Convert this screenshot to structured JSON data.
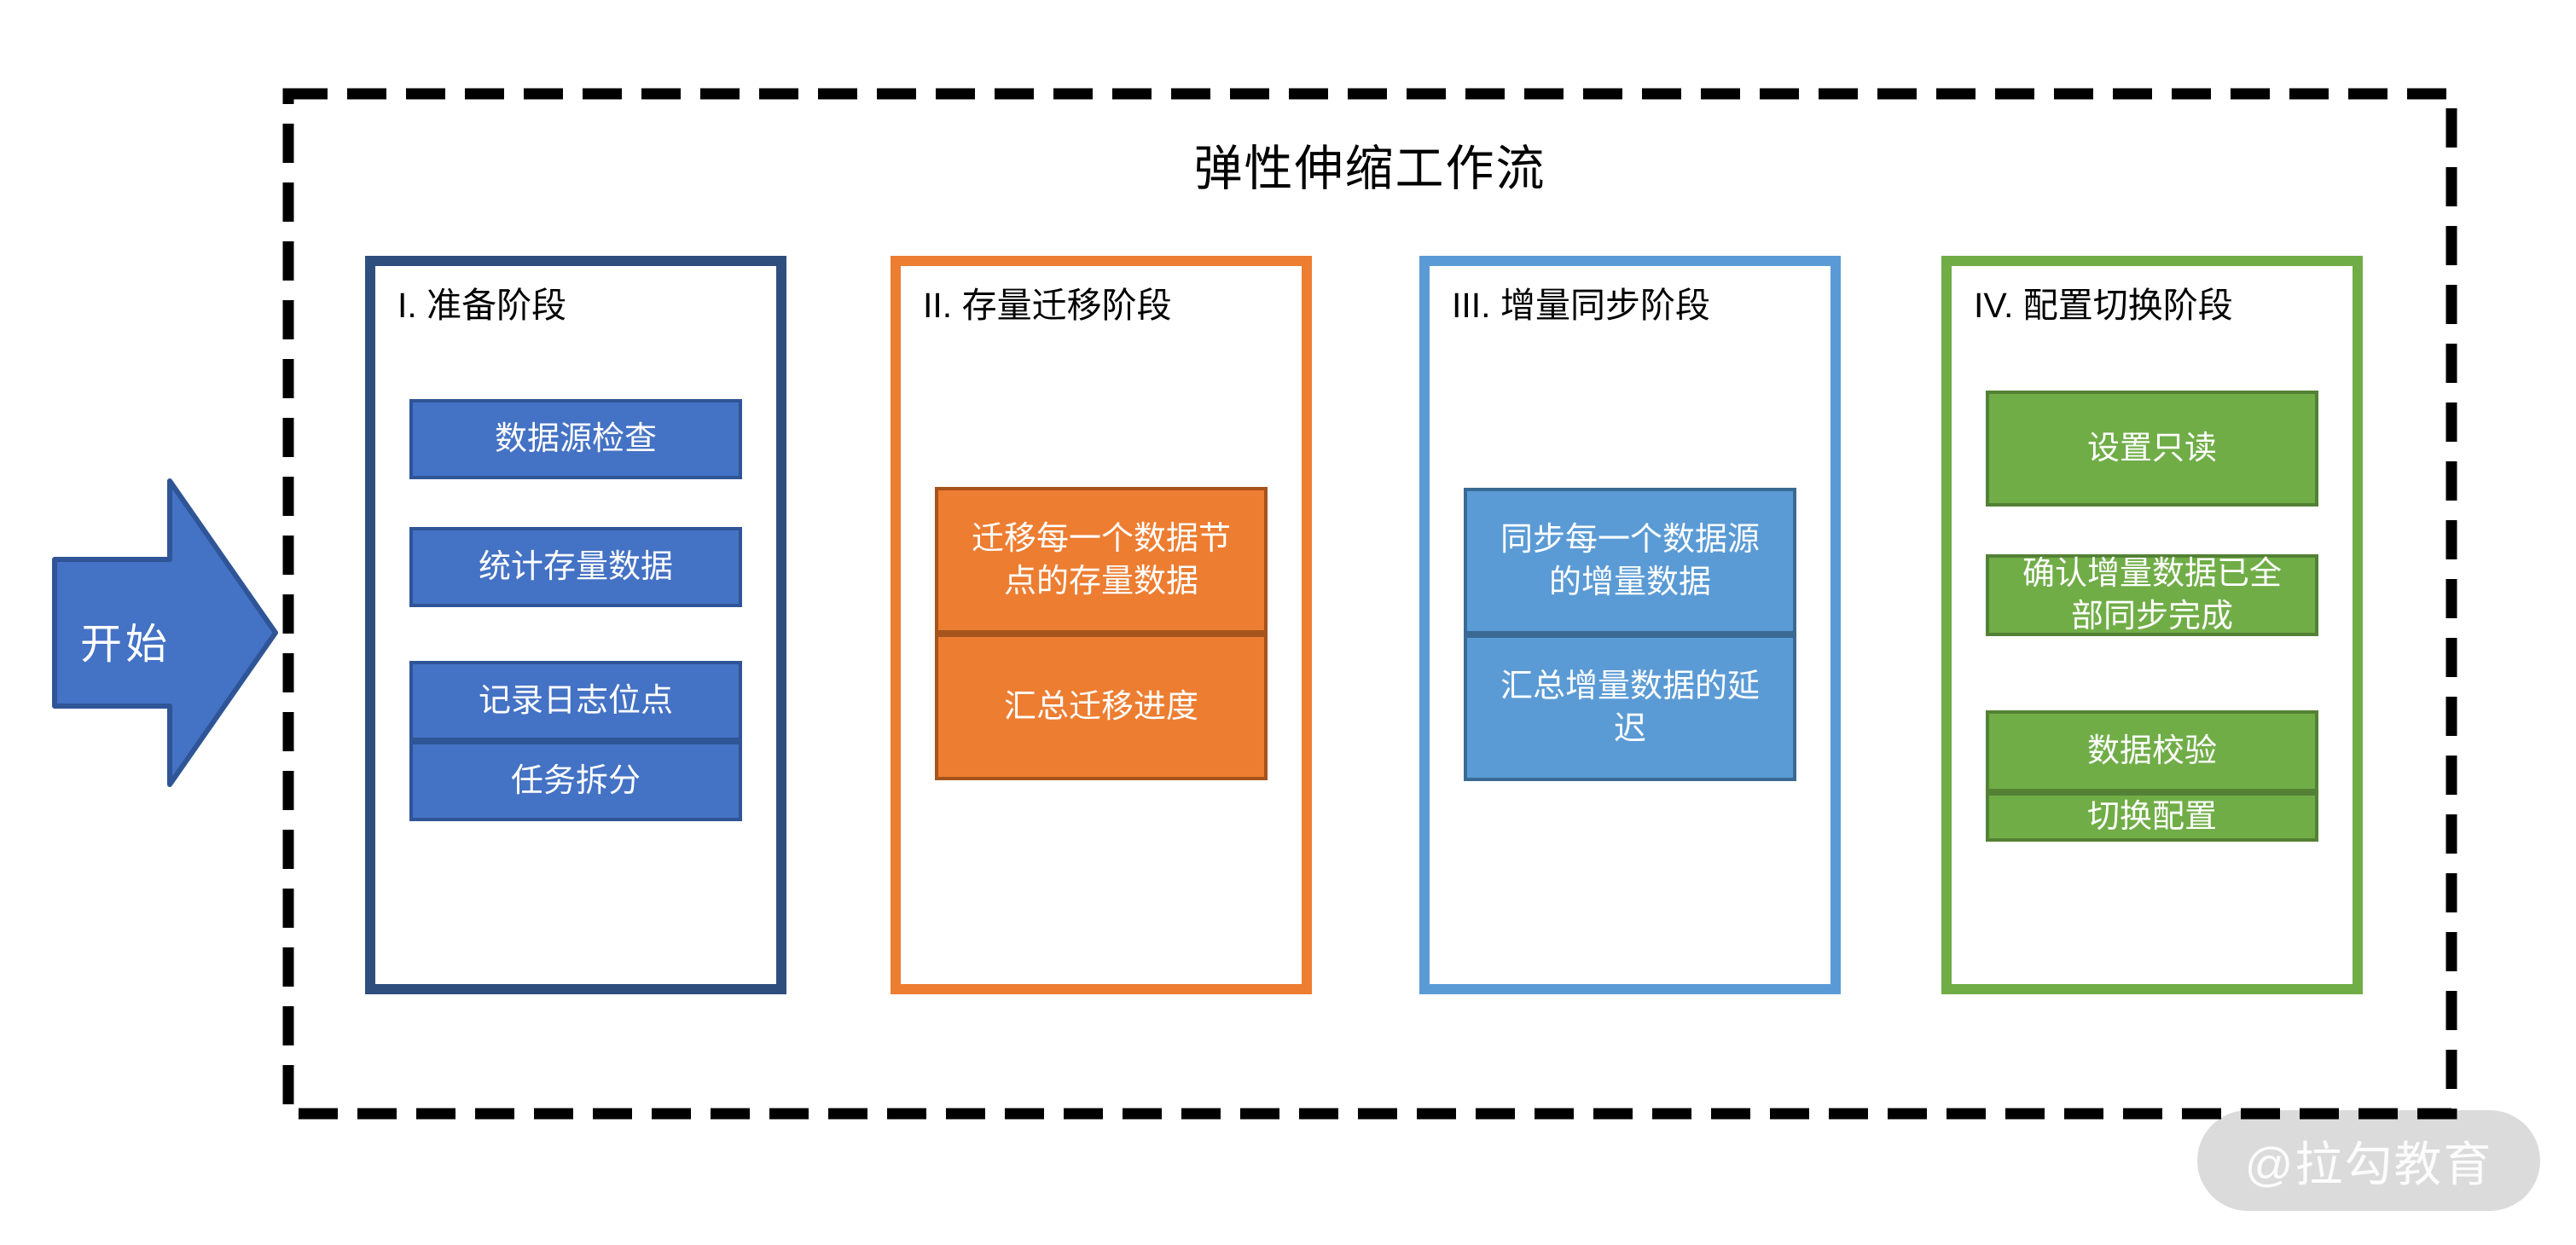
{
  "title": "弹性伸缩工作流",
  "start": {
    "label": "开始"
  },
  "watermark": {
    "label": "@拉勾教育"
  },
  "colors": {
    "navy_border": "#2e4f7d",
    "blue_fill": "#4472c4",
    "blue_border": "#2f5597",
    "orange_fill": "#ed7d31",
    "orange_border": "#a6531c",
    "lightblue_fill": "#5b9bd5",
    "lightblue_border": "#3a6a94",
    "green_fill": "#70ad47",
    "green_border": "#538135",
    "boundary": "#000000",
    "watermark_bg": "#dbdbdb"
  },
  "phases": [
    {
      "heading": "I. 准备阶段",
      "steps": [
        {
          "label": "数据源检查"
        },
        {
          "label": "统计存量数据"
        },
        {
          "label": "记录日志位点"
        },
        {
          "label": "任务拆分"
        }
      ]
    },
    {
      "heading": "II. 存量迁移阶段",
      "steps": [
        {
          "label": "迁移每一个数据节点的存量数据"
        },
        {
          "label": "汇总迁移进度"
        }
      ]
    },
    {
      "heading": "III. 增量同步阶段",
      "steps": [
        {
          "label": "同步每一个数据源的增量数据"
        },
        {
          "label": "汇总增量数据的延迟"
        }
      ]
    },
    {
      "heading": "IV. 配置切换阶段",
      "steps": [
        {
          "label": "设置只读"
        },
        {
          "label": "确认增量数据已全部同步完成"
        },
        {
          "label": "数据校验"
        },
        {
          "label": "切换配置"
        }
      ]
    }
  ]
}
